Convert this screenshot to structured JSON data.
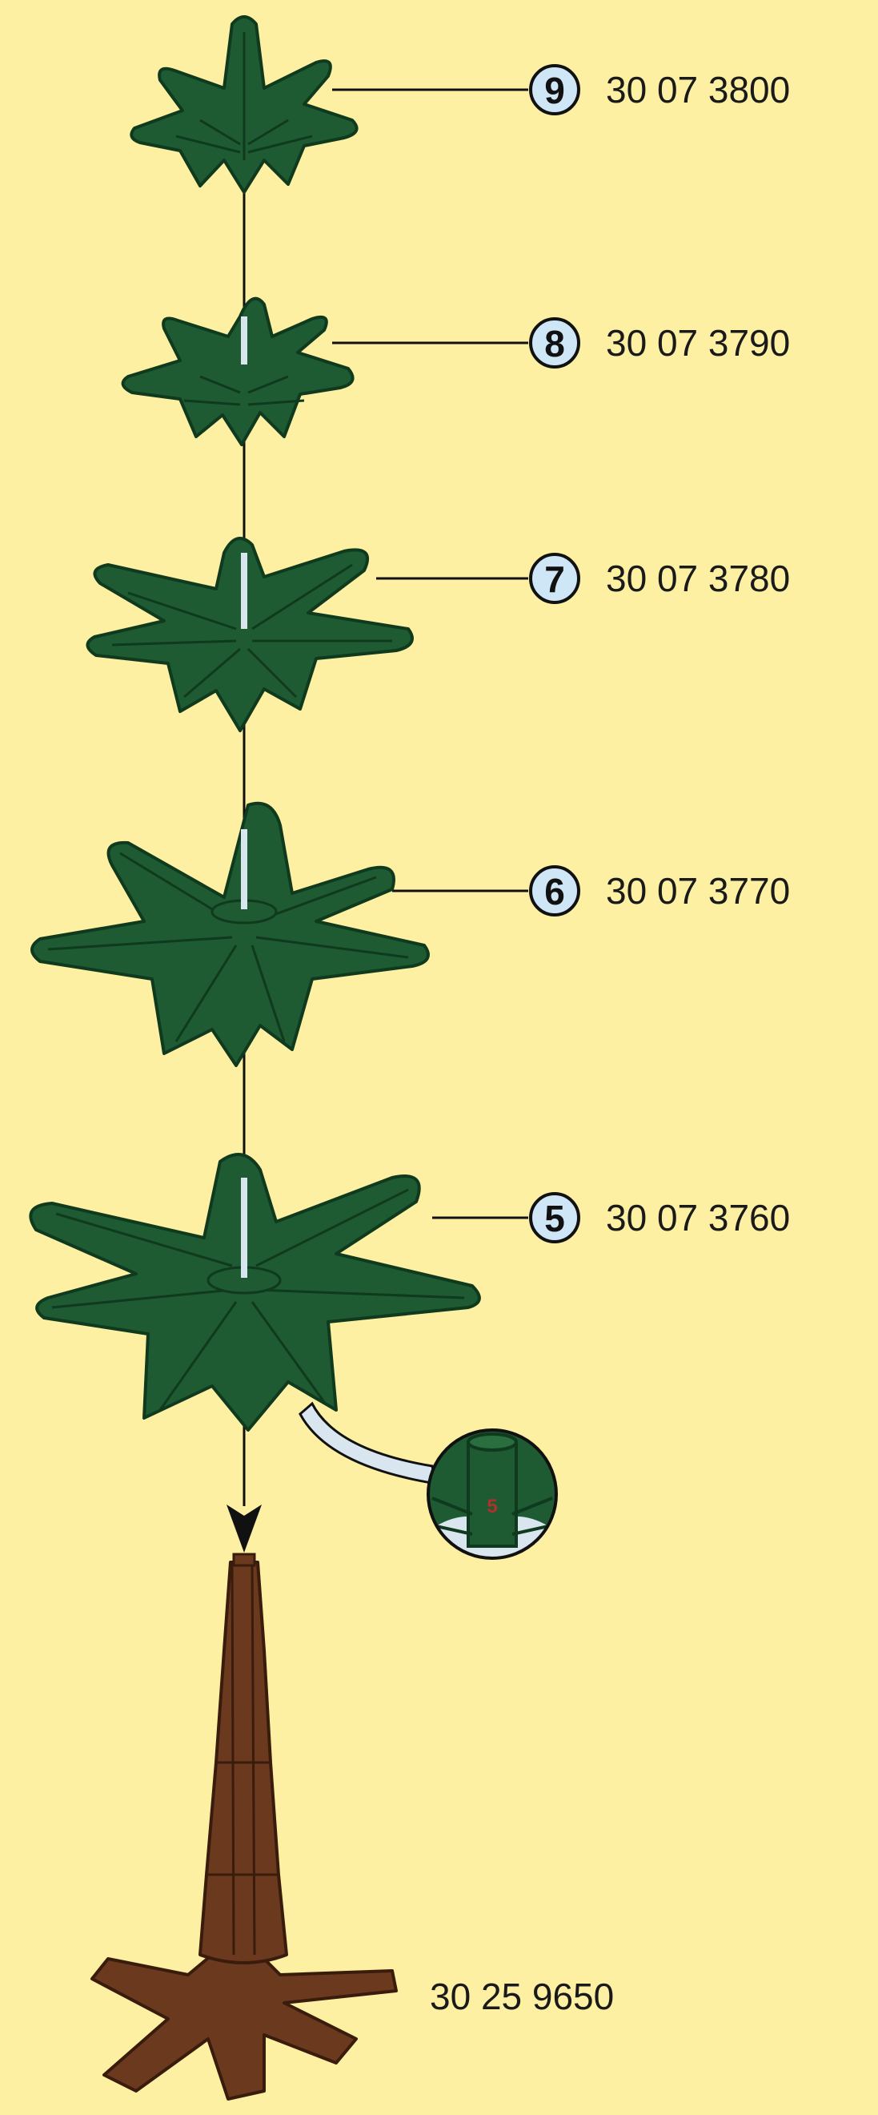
{
  "colors": {
    "background": "#fdf0a3",
    "foliage": "#1e5a32",
    "foliage_dark": "#0f3a1e",
    "trunk": "#6b3a1e",
    "trunk_dark": "#3a1c0c",
    "badge_fill": "#cfe6f7",
    "peg": "#d9e6ef",
    "marker": "#b0302a"
  },
  "tiers": [
    {
      "number": "9",
      "part_number": "30 07 3800",
      "icon": "tree-tier-9-icon"
    },
    {
      "number": "8",
      "part_number": "30 07 3790",
      "icon": "tree-tier-8-icon"
    },
    {
      "number": "7",
      "part_number": "30 07 3780",
      "icon": "tree-tier-7-icon"
    },
    {
      "number": "6",
      "part_number": "30 07 3770",
      "icon": "tree-tier-6-icon"
    },
    {
      "number": "5",
      "part_number": "30 07 3760",
      "icon": "tree-tier-5-icon"
    }
  ],
  "detail": {
    "marker_number": "5",
    "icon": "detail-magnifier-icon"
  },
  "trunk": {
    "part_number": "30 25 9650",
    "icon": "tree-trunk-icon"
  },
  "assembly_arrow": {
    "icon": "arrow-down-icon"
  }
}
